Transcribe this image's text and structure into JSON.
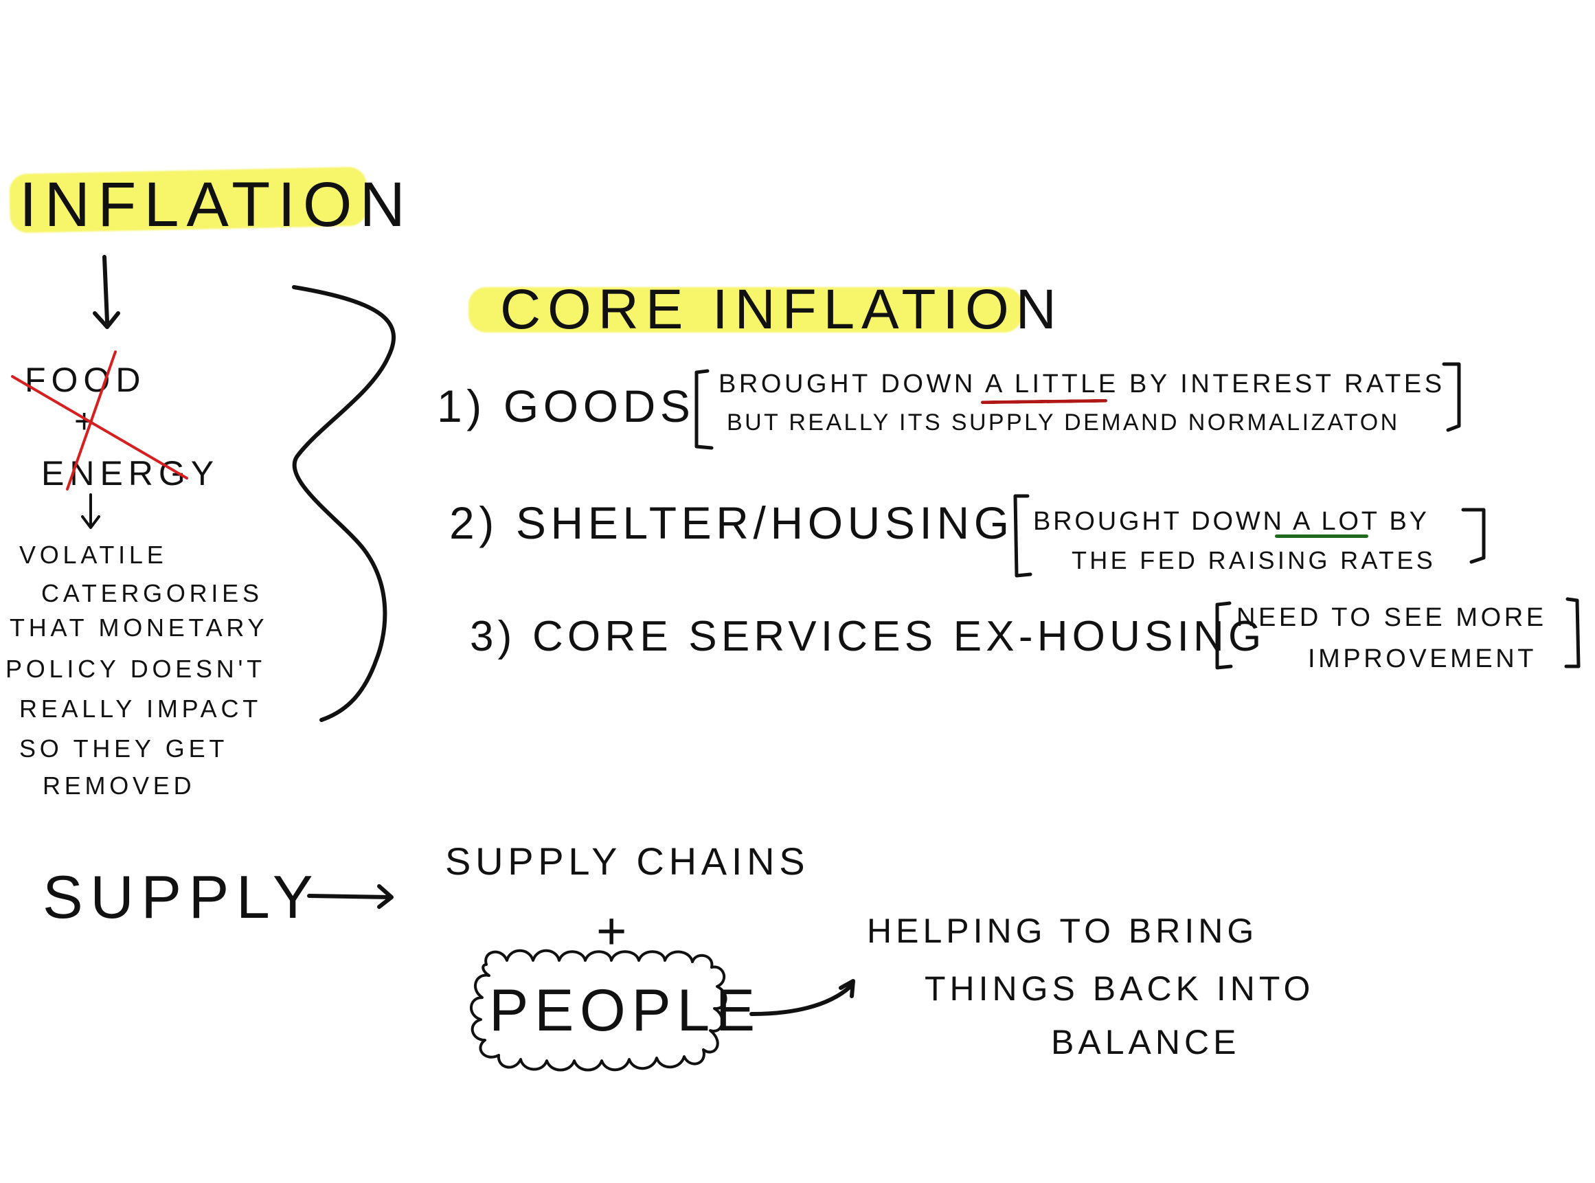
{
  "colors": {
    "ink": "#111111",
    "highlight": "#f7f56a",
    "strike": "#d62020",
    "underline_red": "#b01818",
    "underline_green": "#1f6a1f"
  },
  "left": {
    "title": "INFLATION",
    "removed_item_1": "FOOD",
    "plus": "+",
    "removed_item_2": "ENERGY",
    "explanation_lines": [
      "VOLATILE",
      "CATERGORIES",
      "THAT MONETARY",
      "POLICY DOESN'T",
      "REALLY IMPACT",
      "SO THEY GET",
      "REMOVED"
    ]
  },
  "core": {
    "title": "CORE INFLATION",
    "items": [
      {
        "label": "1) GOODS",
        "note_line1_pre": "BROUGHT DOWN",
        "note_line1_emph": "A LITTLE",
        "note_line1_post": "BY INTEREST RATES",
        "note_line2": "BUT REALLY ITS SUPPLY DEMAND NORMALIZATON"
      },
      {
        "label": "2) SHELTER/HOUSING",
        "note_line1_pre": "BROUGHT DOWN",
        "note_line1_emph": "A LOT",
        "note_line1_post": "BY",
        "note_line2": "THE FED RAISING RATES"
      },
      {
        "label": "3) CORE SERVICES EX-HOUSING",
        "note_line1": "NEED TO SEE MORE",
        "note_line2": "IMPROVEMENT"
      }
    ]
  },
  "supply": {
    "title": "SUPPLY",
    "item1": "SUPPLY CHAINS",
    "plus": "+",
    "item2": "PEOPLE",
    "result_lines": [
      "HELPING TO BRING",
      "THINGS BACK INTO",
      "BALANCE"
    ]
  }
}
